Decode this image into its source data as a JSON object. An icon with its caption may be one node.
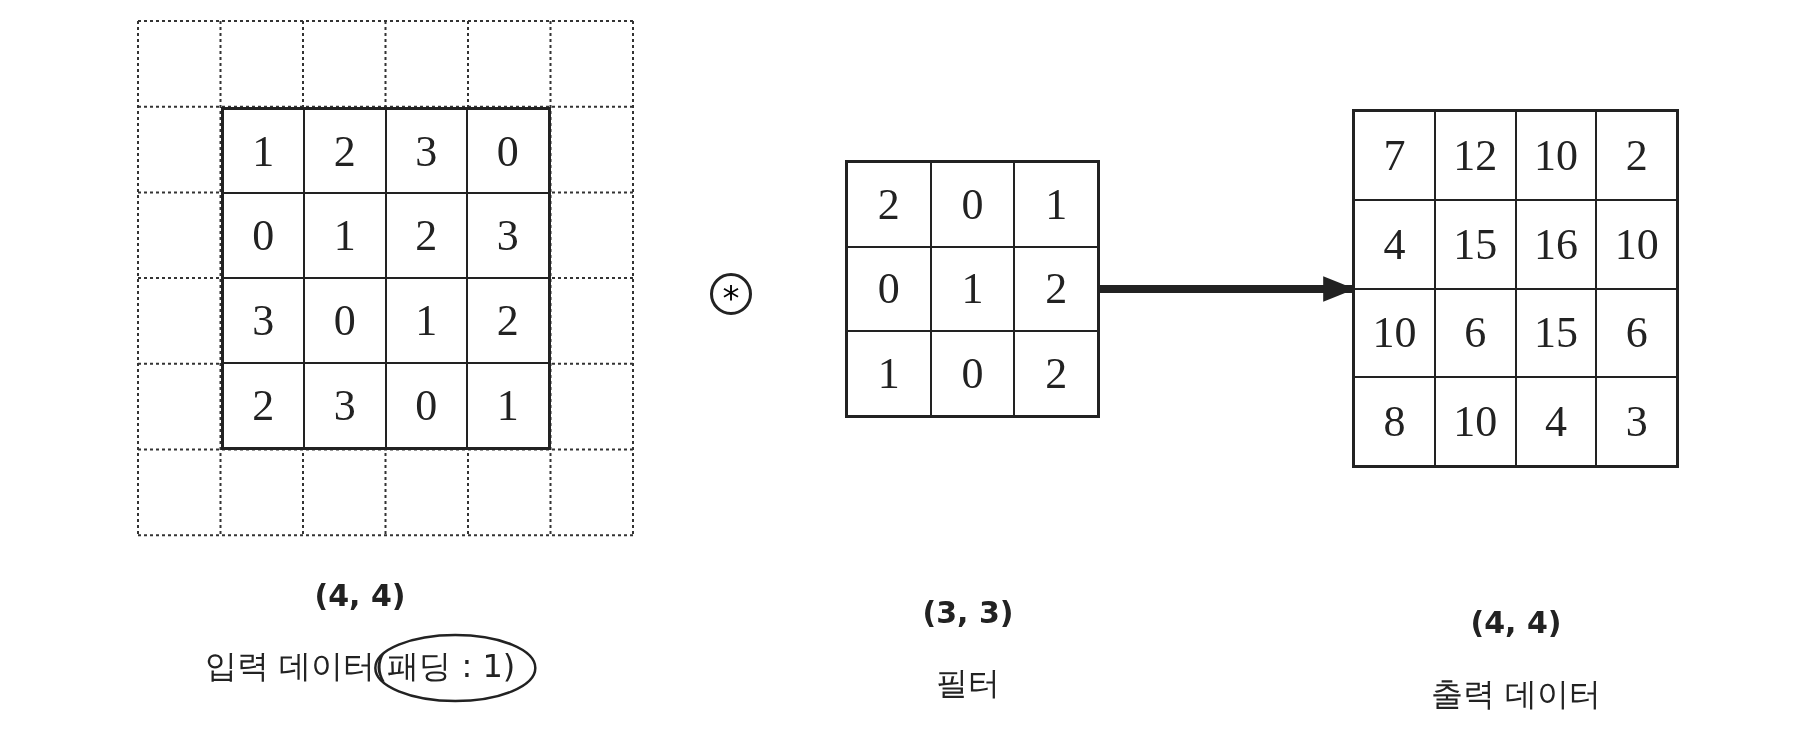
{
  "diagram": {
    "nodes": [
      {
        "text": [
          "1",
          "2",
          "3",
          "0",
          "0",
          "1",
          "2",
          "3",
          "3",
          "0",
          "1",
          "2",
          "2",
          "3",
          "0",
          "1"
        ],
        "beside": [
          "(4, 4)",
          "입력 데이터(패딩 : 1)"
        ]
      },
      {
        "text": [
          "2",
          "0",
          "1",
          "0",
          "1",
          "2",
          "1",
          "0",
          "2"
        ],
        "beside": [
          "(3, 3)",
          "필터"
        ]
      },
      {
        "text": [
          "7",
          "12",
          "10",
          "2",
          "4",
          "15",
          "16",
          "10",
          "10",
          "6",
          "15",
          "6",
          "8",
          "10",
          "4",
          "3"
        ],
        "beside": [
          "(4, 4)",
          "출력 데이터"
        ]
      }
    ],
    "edges": [
      {
        "from": 1,
        "to": 2,
        "arrow": "to"
      }
    ],
    "labels": [
      "*"
    ]
  }
}
